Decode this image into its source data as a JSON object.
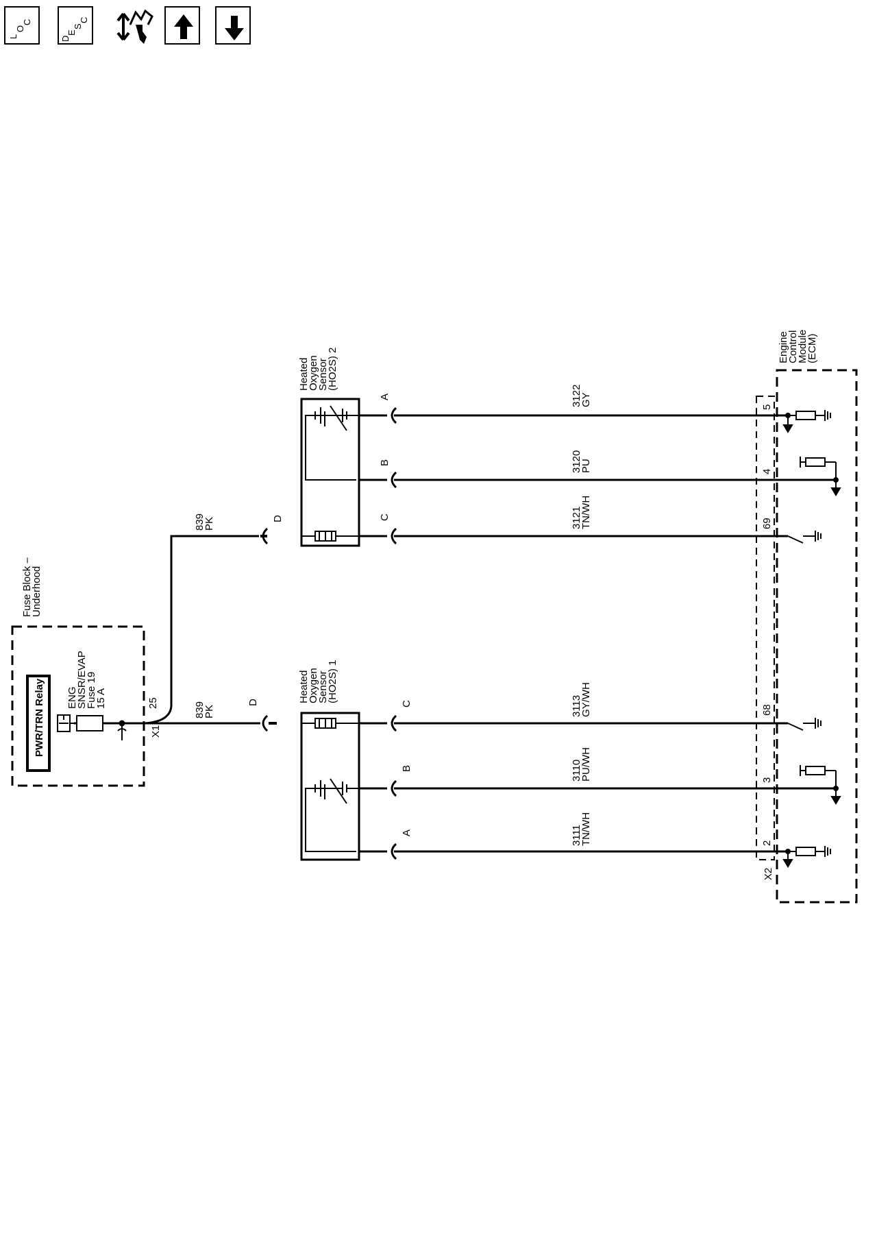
{
  "toolbar": {
    "loc_letters": [
      "L",
      "O",
      "C"
    ],
    "desc_letters": [
      "D",
      "E",
      "S",
      "C"
    ],
    "buttons": [
      {
        "name": "location-button",
        "icon": "loc-icon"
      },
      {
        "name": "description-button",
        "icon": "desc-icon"
      },
      {
        "name": "connector-wrench-button",
        "icon": "wrench-arrows-icon"
      },
      {
        "name": "page-up-button",
        "icon": "arrow-up-icon"
      },
      {
        "name": "page-down-button",
        "icon": "arrow-down-icon"
      }
    ]
  },
  "diagram": {
    "fuse_block": {
      "title": [
        "Fuse Block –",
        "Underhood"
      ],
      "relay_label": "PWR/TRN Relay",
      "fuse_label": [
        "ENG",
        "SNSR/EVAP",
        "Fuse 19",
        "15 A"
      ],
      "connector": "X1",
      "pin": "25"
    },
    "sensor1": {
      "title": [
        "Heated",
        "Oxygen",
        "Sensor",
        "(HO2S) 1"
      ],
      "pins": {
        "D": "D",
        "C": "C",
        "B": "B",
        "A": "A"
      }
    },
    "sensor2": {
      "title": [
        "Heated",
        "Oxygen",
        "Sensor",
        "(HO2S) 2"
      ],
      "pins": {
        "D": "D",
        "C": "C",
        "B": "B",
        "A": "A"
      }
    },
    "ecm": {
      "title": [
        "Engine",
        "Control",
        "Module",
        "(ECM)"
      ],
      "connector": "X2"
    },
    "wires": {
      "w839_s1": {
        "circuit": "839",
        "color": "PK"
      },
      "w839_s2": {
        "circuit": "839",
        "color": "PK"
      },
      "w3113": {
        "circuit": "3113",
        "color": "GY/WH",
        "pin": "68"
      },
      "w3110": {
        "circuit": "3110",
        "color": "PU/WH",
        "pin": "3"
      },
      "w3111": {
        "circuit": "3111",
        "color": "TN/WH",
        "pin": "2"
      },
      "w3121": {
        "circuit": "3121",
        "color": "TN/WH",
        "pin": "69"
      },
      "w3120": {
        "circuit": "3120",
        "color": "PU",
        "pin": "4"
      },
      "w3122": {
        "circuit": "3122",
        "color": "GY",
        "pin": "5"
      }
    }
  }
}
